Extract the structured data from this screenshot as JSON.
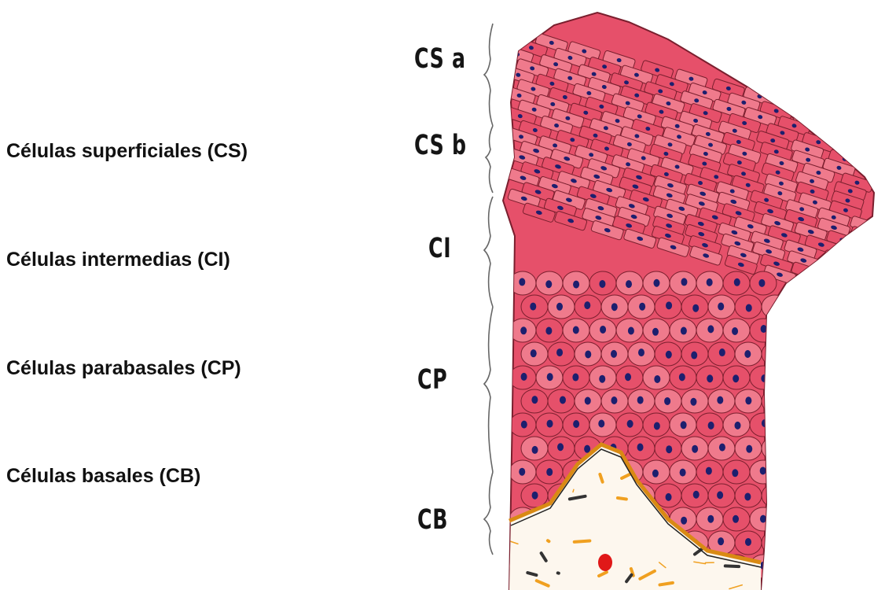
{
  "labels": {
    "superficial": "Células superficiales (CS)",
    "intermediate": "Células intermedias (CI)",
    "parabasal": "Células parabasales (CP)",
    "basal": "Células basales (CB)"
  },
  "layers": {
    "cs_a": "CS a",
    "cs_b": "CS b",
    "ci": "CI",
    "cp": "CP",
    "cb": "CB"
  },
  "colors": {
    "cell_fill": "#e6506a",
    "cell_fill_light": "#ef7a8c",
    "cell_border": "#7a1f2e",
    "nucleus": "#1d1f6e",
    "basement_membrane": "#e39a1a",
    "stroma": "#f0a020",
    "text": "#111111"
  }
}
